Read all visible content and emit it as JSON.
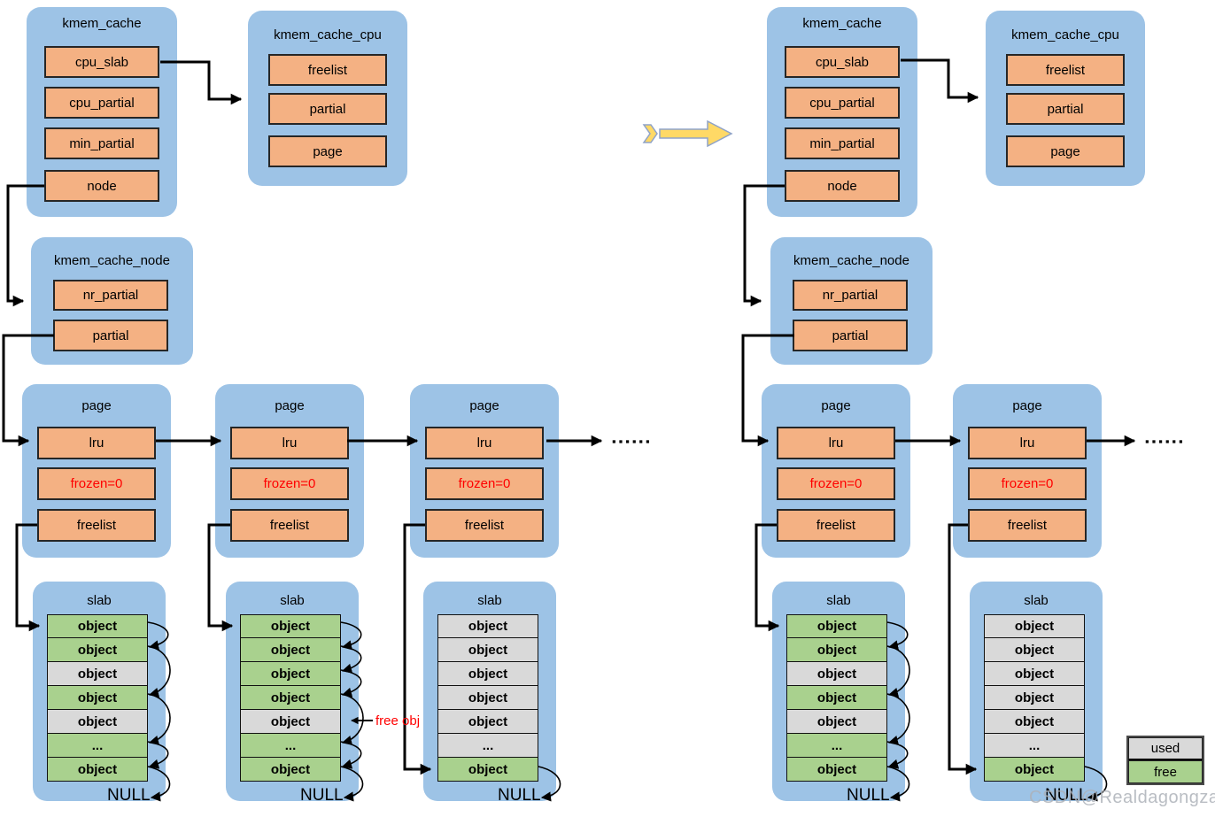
{
  "titles": {
    "kmem_cache": "kmem_cache",
    "kmem_cache_cpu": "kmem_cache_cpu",
    "kmem_cache_node": "kmem_cache_node",
    "page": "page",
    "slab": "slab"
  },
  "fields": {
    "cpu_slab": "cpu_slab",
    "cpu_partial": "cpu_partial",
    "min_partial": "min_partial",
    "node": "node",
    "freelist": "freelist",
    "partial": "partial",
    "page": "page",
    "nr_partial": "nr_partial",
    "lru": "lru",
    "frozen": "frozen=0"
  },
  "annotations": {
    "free_obj": "free obj",
    "null_label": "NULL",
    "chain_ellipsis": "▪▪▪▪▪▪"
  },
  "legend": {
    "used": "used",
    "free": "free"
  },
  "watermark": "CSDN@Realdagongzai",
  "colors": {
    "panel_blue": "#9DC3E6",
    "field_orange": "#F4B183",
    "free_green": "#A9D18E",
    "used_gray": "#D9D9D9",
    "frozen_red": "#FF0000",
    "arrow_yellow": "#FFD966",
    "line_black": "#000000"
  },
  "slabs": {
    "left1": [
      {
        "label": "object",
        "state": "free"
      },
      {
        "label": "object",
        "state": "free"
      },
      {
        "label": "object",
        "state": "used"
      },
      {
        "label": "object",
        "state": "free"
      },
      {
        "label": "object",
        "state": "used"
      },
      {
        "label": "...",
        "state": "free"
      },
      {
        "label": "object",
        "state": "free"
      }
    ],
    "left2": [
      {
        "label": "object",
        "state": "free"
      },
      {
        "label": "object",
        "state": "free"
      },
      {
        "label": "object",
        "state": "free"
      },
      {
        "label": "object",
        "state": "free"
      },
      {
        "label": "object",
        "state": "used"
      },
      {
        "label": "...",
        "state": "free"
      },
      {
        "label": "object",
        "state": "free"
      }
    ],
    "left3": [
      {
        "label": "object",
        "state": "used"
      },
      {
        "label": "object",
        "state": "used"
      },
      {
        "label": "object",
        "state": "used"
      },
      {
        "label": "object",
        "state": "used"
      },
      {
        "label": "object",
        "state": "used"
      },
      {
        "label": "...",
        "state": "used"
      },
      {
        "label": "object",
        "state": "free"
      }
    ],
    "right1": [
      {
        "label": "object",
        "state": "free"
      },
      {
        "label": "object",
        "state": "free"
      },
      {
        "label": "object",
        "state": "used"
      },
      {
        "label": "object",
        "state": "free"
      },
      {
        "label": "object",
        "state": "used"
      },
      {
        "label": "...",
        "state": "free"
      },
      {
        "label": "object",
        "state": "free"
      }
    ],
    "right2": [
      {
        "label": "object",
        "state": "used"
      },
      {
        "label": "object",
        "state": "used"
      },
      {
        "label": "object",
        "state": "used"
      },
      {
        "label": "object",
        "state": "used"
      },
      {
        "label": "object",
        "state": "used"
      },
      {
        "label": "...",
        "state": "used"
      },
      {
        "label": "object",
        "state": "free"
      }
    ]
  }
}
